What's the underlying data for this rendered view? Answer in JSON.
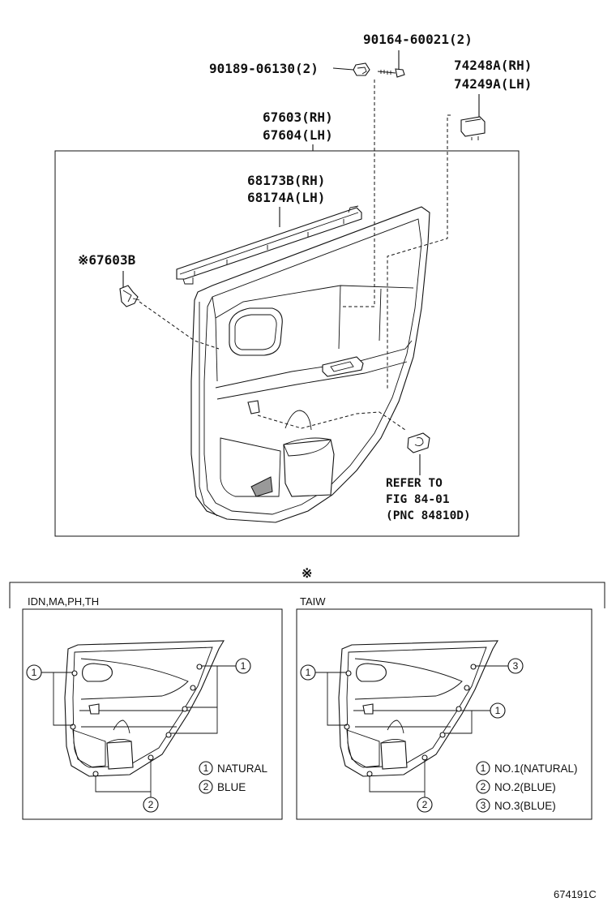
{
  "parts": {
    "p90164": "90164-60021(2)",
    "p90189": "90189-06130(2)",
    "p74248": "74248A(RH)",
    "p74249": "74249A(LH)",
    "p67603": "67603(RH)",
    "p67604": "67604(LH)",
    "p68173": "68173B(RH)",
    "p68174": "68174A(LH)",
    "p67603b": "※67603B"
  },
  "refer": {
    "line1": "REFER TO",
    "line2": "FIG 84-01",
    "line3": "(PNC 84810D)"
  },
  "note_mark": "※",
  "panels": [
    {
      "region": "IDN,MA,PH,TH",
      "legend": [
        {
          "num": "1",
          "text": "NATURAL"
        },
        {
          "num": "2",
          "text": "BLUE"
        }
      ],
      "callouts": {
        "left": "1",
        "right": "1",
        "bottom": "2"
      }
    },
    {
      "region": "TAIW",
      "legend": [
        {
          "num": "1",
          "text": "NO.1(NATURAL)"
        },
        {
          "num": "2",
          "text": "NO.2(BLUE)"
        },
        {
          "num": "3",
          "text": "NO.3(BLUE)"
        }
      ],
      "callouts": {
        "left": "1",
        "right_top": "3",
        "right_mid": "1",
        "bottom": "2"
      }
    }
  ],
  "figure_id": "674191C"
}
